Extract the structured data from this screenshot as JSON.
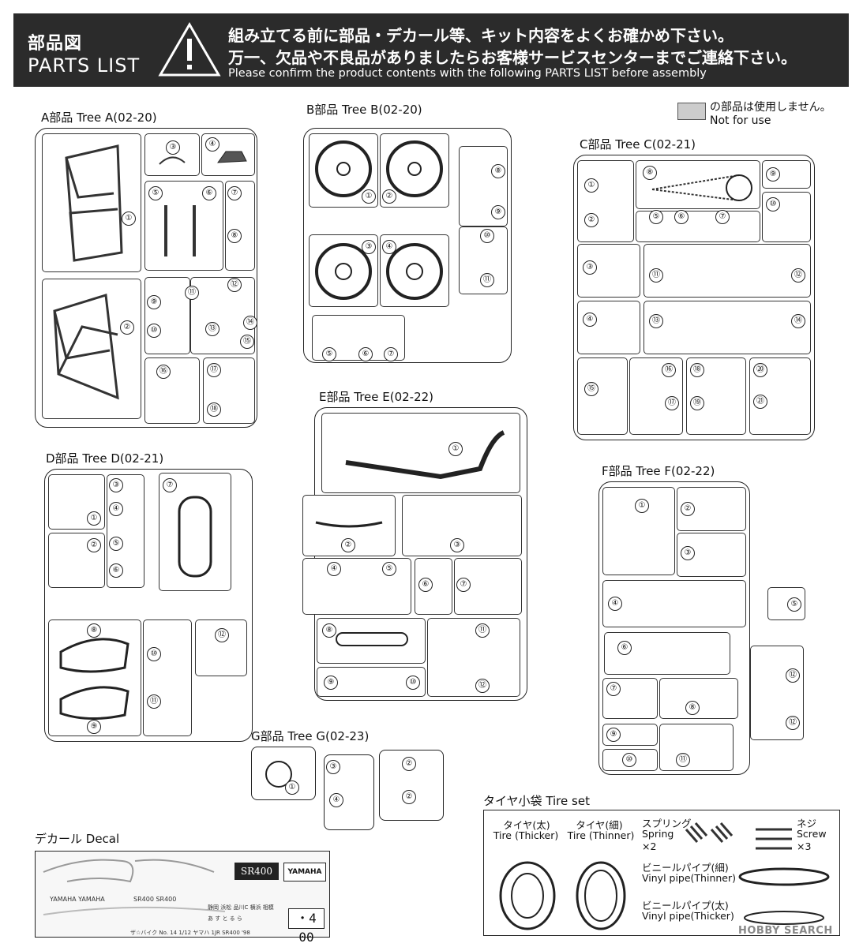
{
  "header": {
    "title_jp": "部品図",
    "title_en": "PARTS LIST",
    "warning_jp_line1": "組み立てる前に部品・デカール等、キット内容をよくお確かめ下さい。",
    "warning_jp_line2": "万一、欠品や不良品がありましたらお客様サービスセンターまでご連絡下さい。",
    "warning_en": "Please confirm the product contents with the following PARTS LIST before assembly"
  },
  "legend": {
    "jp": "の部品は使用しません。",
    "en": "Not for use"
  },
  "trees": {
    "a": {
      "label": "A部品 Tree A(02-20)"
    },
    "b": {
      "label": "B部品 Tree B(02-20)"
    },
    "c": {
      "label": "C部品 Tree C(02-21)"
    },
    "d": {
      "label": "D部品 Tree D(02-21)"
    },
    "e": {
      "label": "E部品 Tree E(02-22)"
    },
    "f": {
      "label": "F部品 Tree F(02-22)"
    },
    "g": {
      "label": "G部品 Tree G(02-23)"
    }
  },
  "part_numbers": {
    "n1": "①",
    "n2": "②",
    "n3": "③",
    "n4": "④",
    "n5": "⑤",
    "n6": "⑥",
    "n7": "⑦",
    "n8": "⑧",
    "n9": "⑨",
    "n10": "⑩",
    "n11": "⑪",
    "n12": "⑫",
    "n13": "⑬",
    "n14": "⑭",
    "n15": "⑮",
    "n16": "⑯",
    "n17": "⑰",
    "n18": "⑱",
    "n19": "⑲",
    "n20": "⑳",
    "n21": "㉑"
  },
  "tire_set": {
    "title": "タイヤ小袋 Tire set",
    "tire_thick_jp": "タイヤ(太)",
    "tire_thick_en": "Tire (Thicker)",
    "tire_thin_jp": "タイヤ(細)",
    "tire_thin_en": "Tire (Thinner)",
    "spring_jp": "スプリング",
    "spring_en": "Spring",
    "spring_qty": "×2",
    "screw_jp": "ネジ",
    "screw_en": "Screw",
    "screw_qty": "×3",
    "pipe_thin_jp": "ビニールパイプ(細)",
    "pipe_thin_en": "Vinyl pipe(Thinner)",
    "pipe_thick_jp": "ビニールパイプ(太)",
    "pipe_thick_en": "Vinyl pipe(Thicker)"
  },
  "decal": {
    "title": "デカール Decal",
    "sr400_badge": "SR400",
    "yamaha_badge": "YAMAHA",
    "yamaha_text": "YAMAHA  YAMAHA",
    "sr400_small": "SR400   SR400",
    "plate_number": "・4 00",
    "plate_text": "静岡 浜松 品川C 横浜 相模",
    "plate_kana": "あ す と る  ら",
    "footer_text": "ザ☆バイク No. 14  1/12 ヤマハ 1JR SR400 '98"
  },
  "watermark": "HOBBY SEARCH"
}
